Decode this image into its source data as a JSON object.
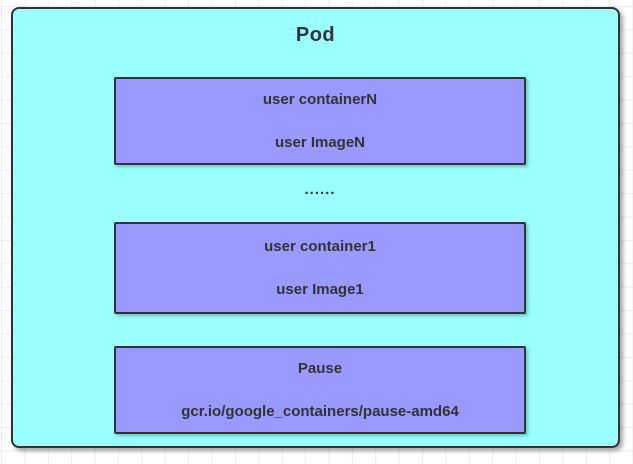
{
  "pod": {
    "title": "Pod",
    "ellipsis": "......",
    "containers": [
      {
        "name": "user containerN",
        "image": "user ImageN"
      },
      {
        "name": "user container1",
        "image": "user Image1"
      },
      {
        "name": "Pause",
        "image": "gcr.io/google_containers/pause-amd64"
      }
    ]
  },
  "colors": {
    "pod_fill": "#99FFFF",
    "container_fill": "#9999FF",
    "border": "#333333",
    "text": "#333333",
    "grid_line": "#ECECEC",
    "canvas_background": "#FFFFFF"
  }
}
